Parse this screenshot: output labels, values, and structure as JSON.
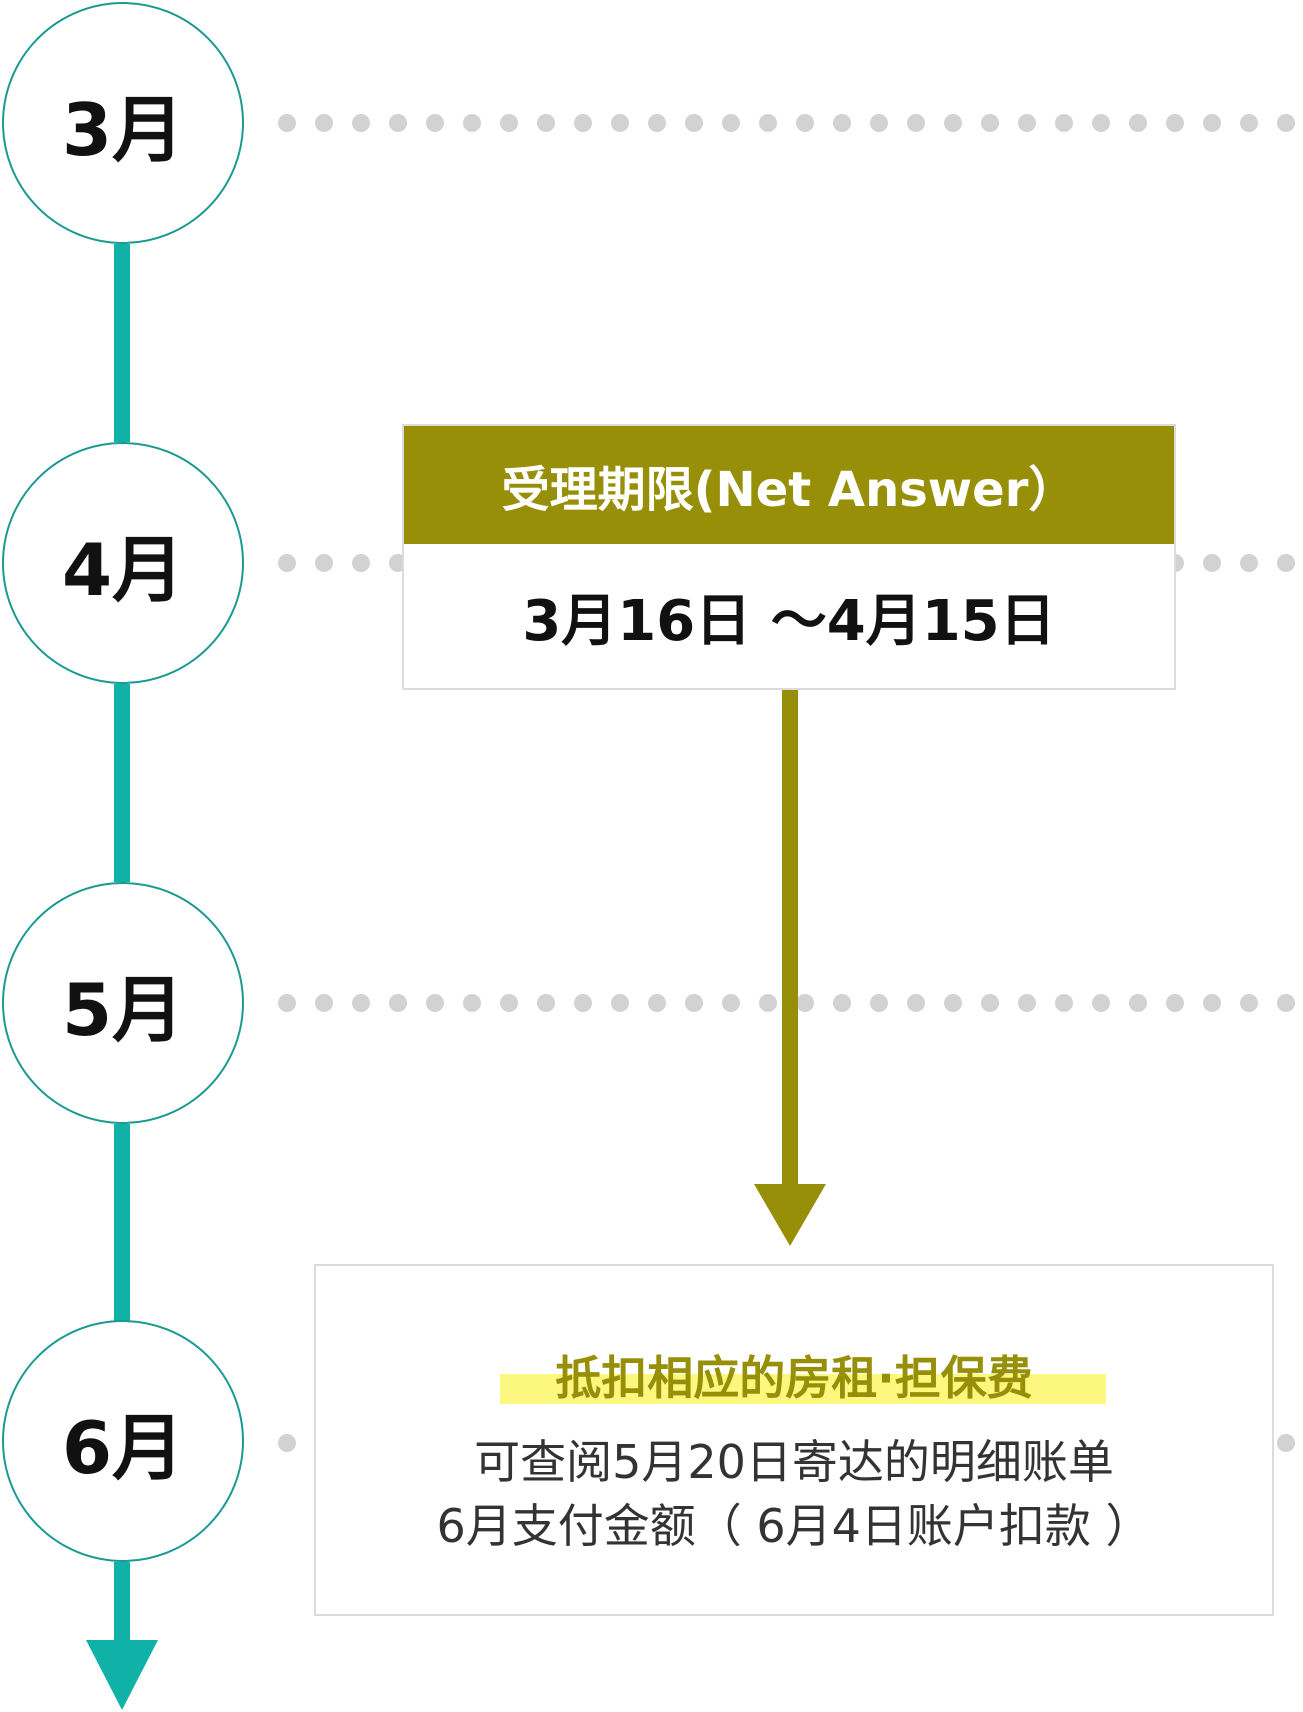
{
  "timeline": {
    "months": [
      "3月",
      "4月",
      "5月",
      "6月"
    ],
    "line_color": "#10b2a7",
    "circle_border_color": "#1a9a92",
    "dot_color": "#d2d2d2"
  },
  "period_box": {
    "title": "受理期限(Net Answer）",
    "dates": "3月16日 ～4月15日",
    "header_color": "#968f07"
  },
  "deduction_box": {
    "title": "抵扣相应的房租·担保费",
    "line1": "可查阅5月20日寄达的明细账单",
    "line2": "6月支付金额（ 6月4日账户扣款 ）",
    "title_color": "#968f07",
    "highlight_color": "#fbf77f"
  },
  "arrow_color": "#968f07"
}
